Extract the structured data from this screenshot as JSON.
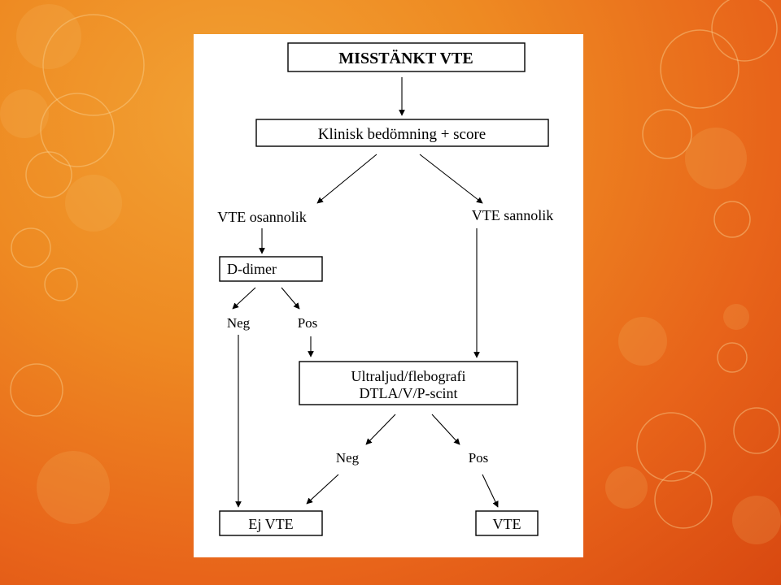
{
  "colors": {
    "background": "#e8701c",
    "slide": "#ffffff",
    "ink": "#000000"
  },
  "diagram": {
    "start": "MISSTÄNKT VTE",
    "assessment": "Klinisk bedömning + score",
    "unlikely": "VTE osannolik",
    "likely": "VTE sannolik",
    "ddimer": "D-dimer",
    "ddimer_neg": "Neg",
    "ddimer_pos": "Pos",
    "imaging_line1": "Ultraljud/flebografi",
    "imaging_line2": "DTLA/V/P-scint",
    "imaging_neg": "Neg",
    "imaging_pos": "Pos",
    "no_vte": "Ej VTE",
    "vte": "VTE"
  }
}
